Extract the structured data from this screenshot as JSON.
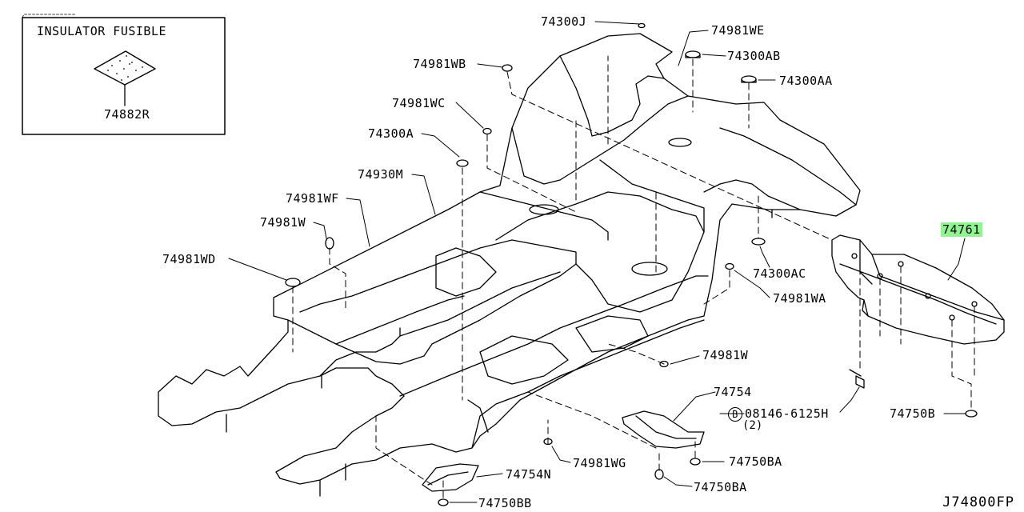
{
  "inset": {
    "title": "INSULATOR FUSIBLE",
    "part": "74882R"
  },
  "labels": {
    "p74300J": "74300J",
    "p74981WE": "74981WE",
    "p74300AB": "74300AB",
    "p74981WB": "74981WB",
    "p74300AA": "74300AA",
    "p74981WC": "74981WC",
    "p74300A": "74300A",
    "p74930M": "74930M",
    "p74981WF": "74981WF",
    "p74981W_left": "74981W",
    "p74981WD": "74981WD",
    "p74761": "74761",
    "p74300AC": "74300AC",
    "p74981WA": "74981WA",
    "p74981W_right": "74981W",
    "p74754": "74754",
    "p08146_6125H": "08146-6125H",
    "p08146_qty": "(2)",
    "p08146_prefix": "B",
    "p74750B": "74750B",
    "p74750BA_1": "74750BA",
    "p74981WG": "74981WG",
    "p74754N": "74754N",
    "p74750BA_2": "74750BA",
    "p74750BB": "74750BB"
  },
  "diagram_code": "J74800FP",
  "colors": {
    "line": "#000000",
    "highlight": "#8ff58f",
    "background": "#ffffff"
  }
}
